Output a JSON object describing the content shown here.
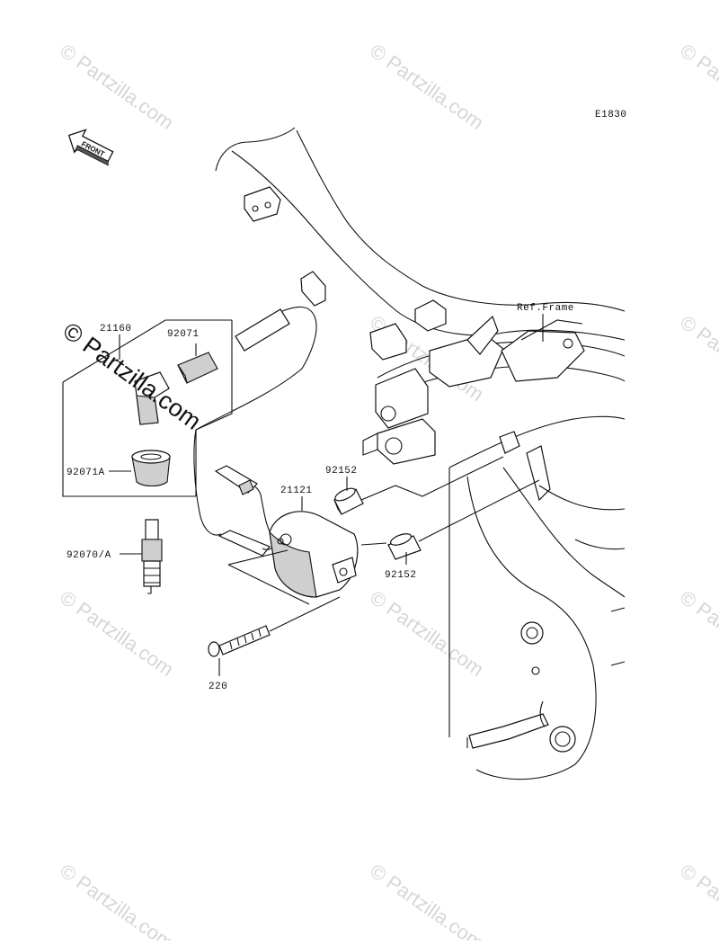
{
  "diagram_code": "E1830",
  "front_label": "FRONT",
  "reference_label": "Ref.Frame",
  "watermark": {
    "main_text": "© Partzilla.com",
    "repeat_text": "© Partzilla.com"
  },
  "parts": [
    {
      "part_number": "21160"
    },
    {
      "part_number": "92071"
    },
    {
      "part_number": "92071A"
    },
    {
      "part_number": "92070/A"
    },
    {
      "part_number": "21121"
    },
    {
      "part_number": "92152"
    },
    {
      "part_number": "92152"
    },
    {
      "part_number": "220"
    }
  ]
}
